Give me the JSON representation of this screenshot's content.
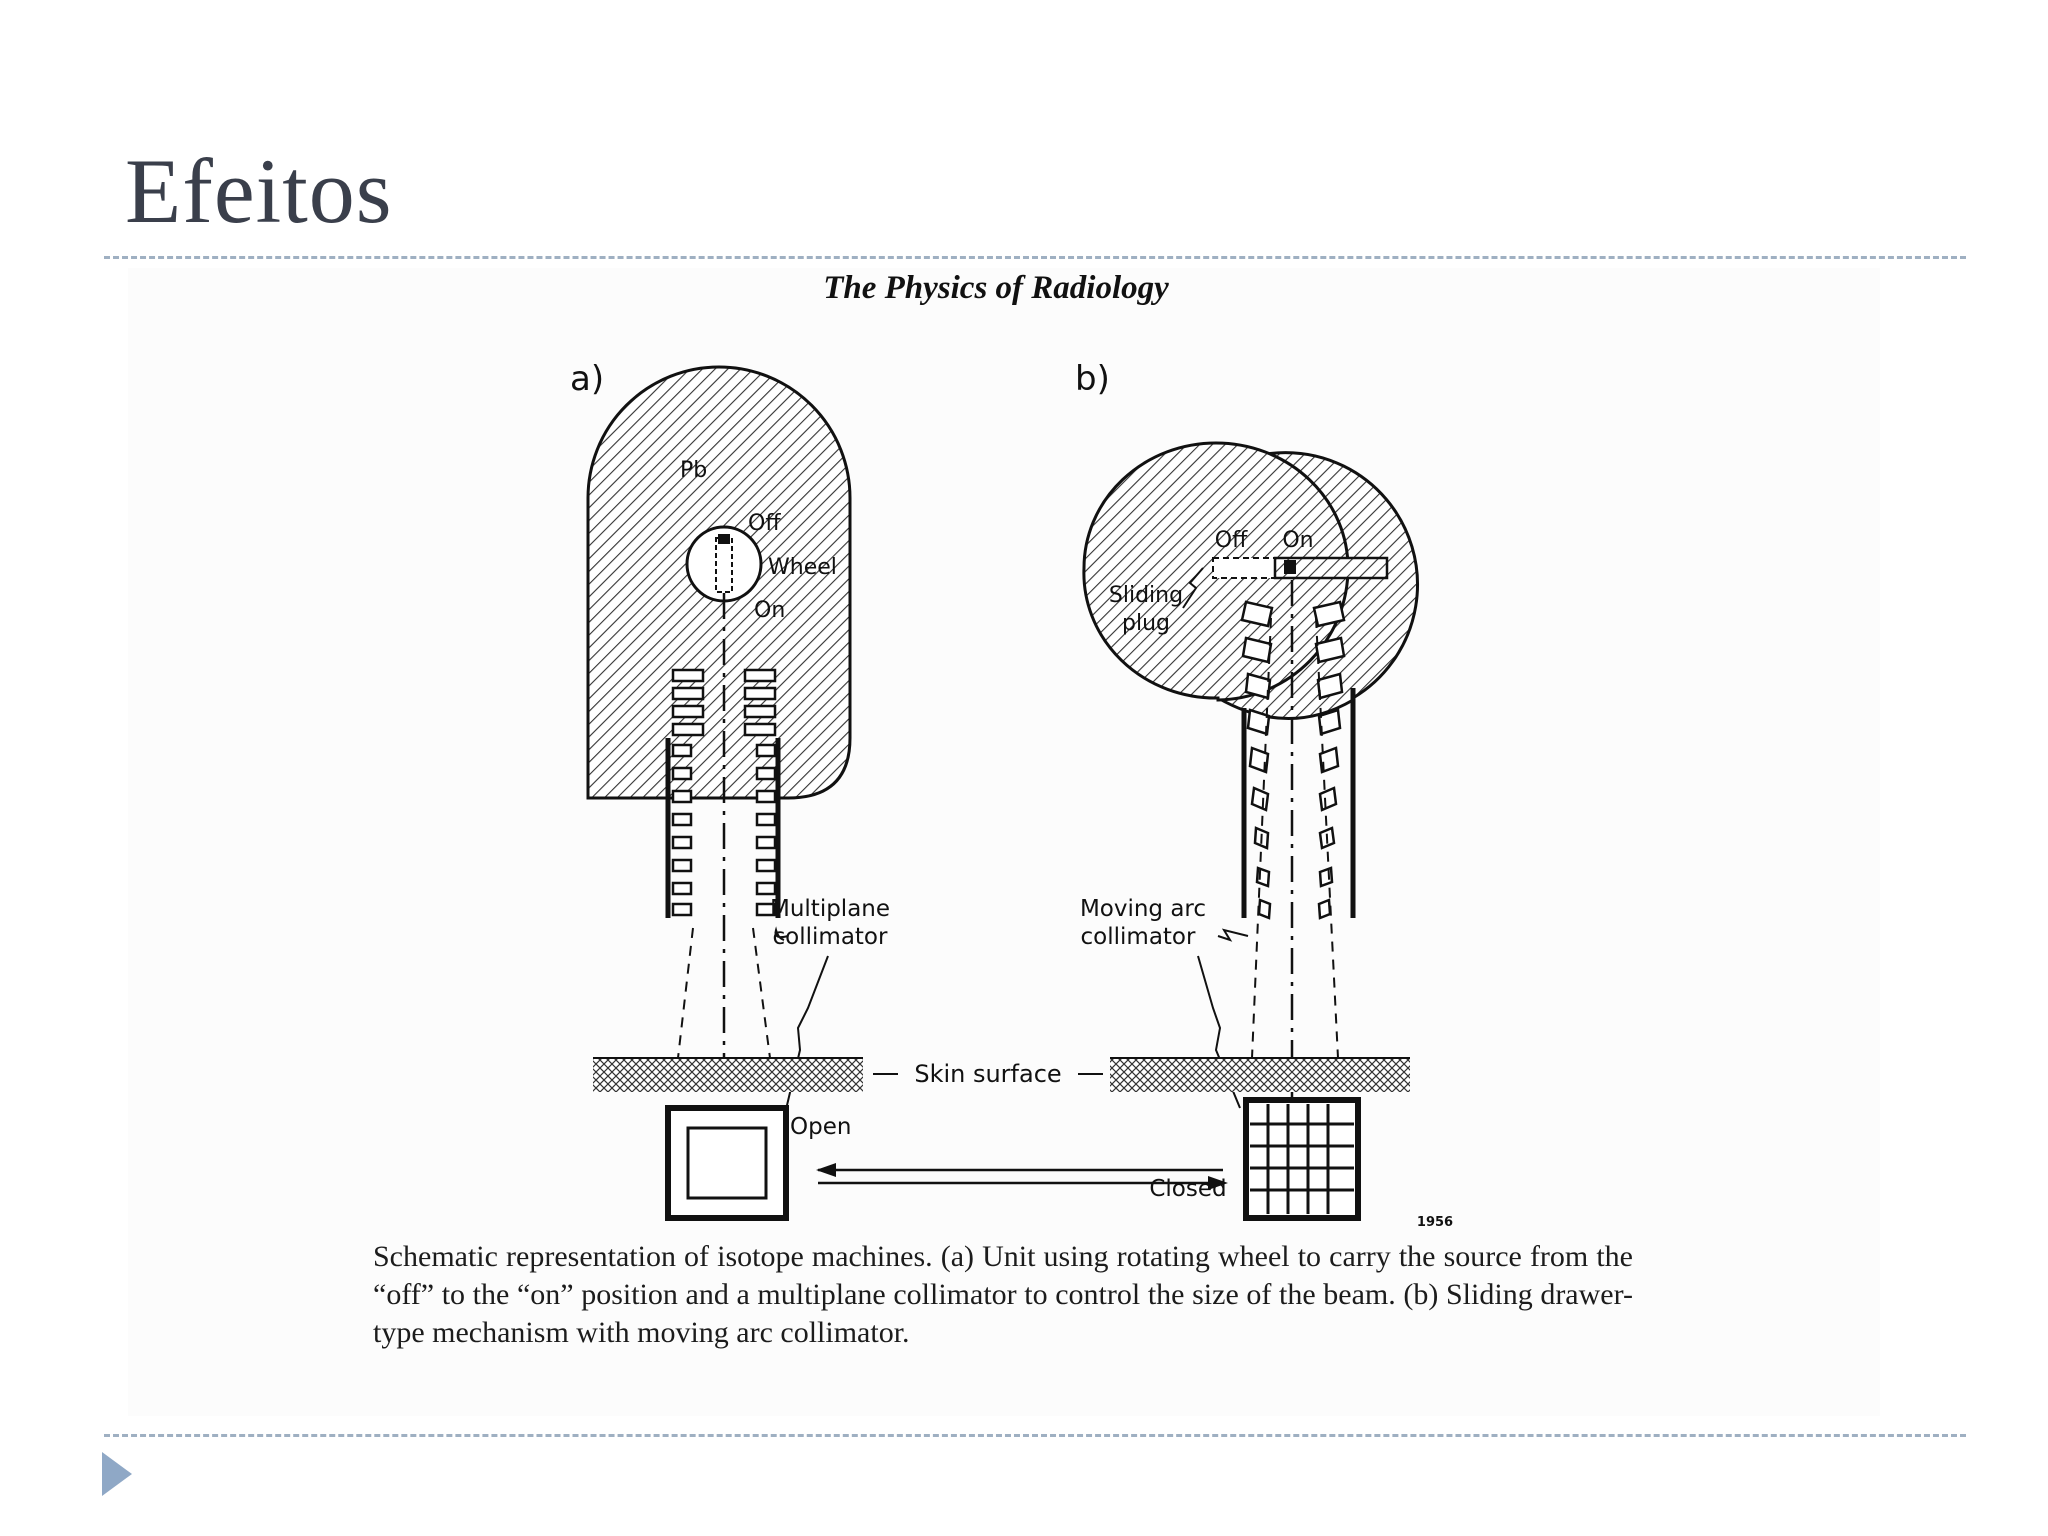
{
  "slide": {
    "title": "Efeitos"
  },
  "figure": {
    "book_title": "The Physics of Radiology",
    "panel_a_label": "a)",
    "panel_b_label": "b)",
    "labels_a": {
      "pb": "Pb",
      "off": "Off",
      "wheel": "Wheel",
      "on": "On",
      "multiplane_line1": "Multiplane",
      "multiplane_line2": "collimator",
      "open": "Open"
    },
    "labels_b": {
      "off": "Off",
      "on": "On",
      "sliding_line1": "Sliding",
      "sliding_line2": "plug",
      "moving_arc_line1": "Moving arc",
      "moving_arc_line2": "collimator",
      "closed": "Closed"
    },
    "skin_surface": "Skin surface",
    "figure_number": "1956",
    "caption": "Schematic representation of isotope machines. (a) Unit using rotating wheel to carry the source from the “off” to the “on” position and a multiplane collimator to control the size of the beam. (b) Sliding drawer-type mechanism with moving arc collimator."
  }
}
